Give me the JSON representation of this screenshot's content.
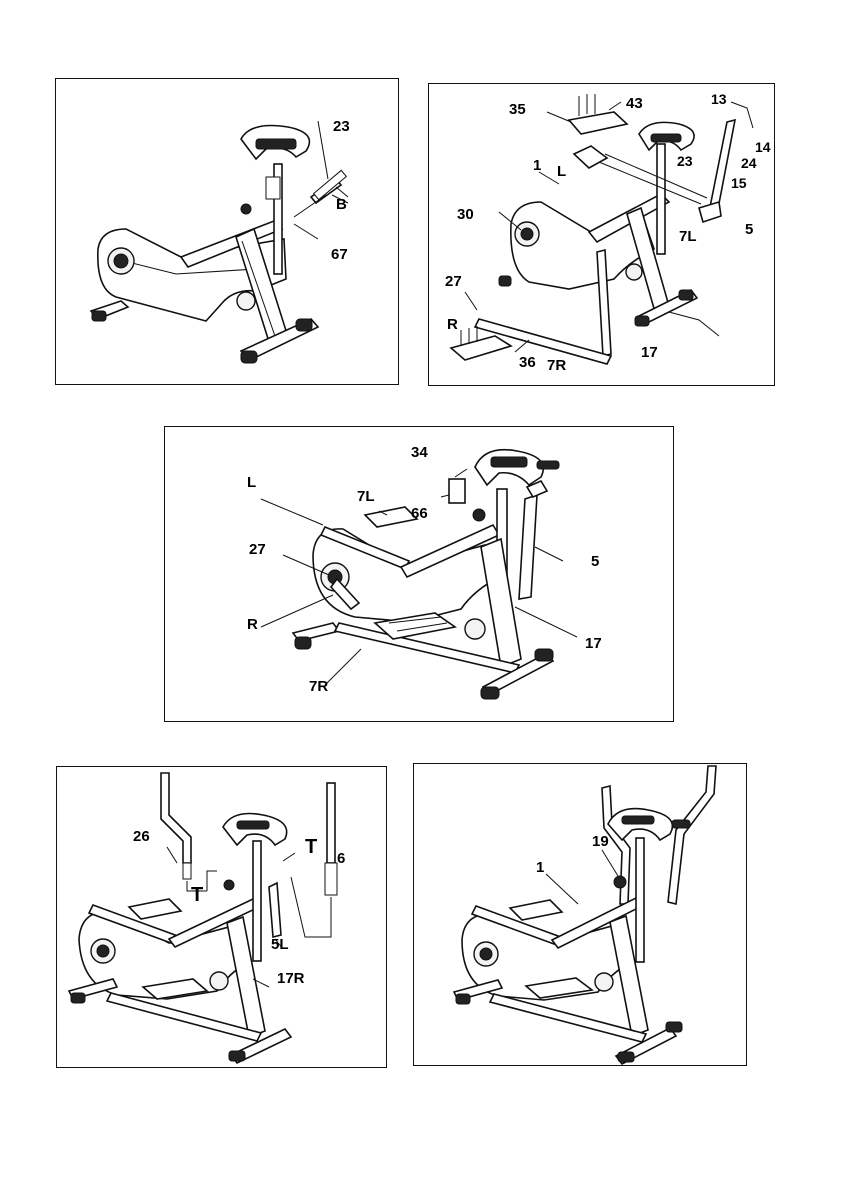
{
  "step1": {
    "labels": {
      "l23": "23",
      "lB": "B",
      "l67": "67"
    }
  },
  "step2": {
    "labels": {
      "l35": "35",
      "l43": "43",
      "l13": "13",
      "l14": "14",
      "l24": "24",
      "l15": "15",
      "l1": "1",
      "lL": "L",
      "l23": "23",
      "l30": "30",
      "l7L": "7L",
      "l5": "5",
      "l27": "27",
      "lR": "R",
      "l17": "17",
      "l36": "36",
      "l7R": "7R"
    }
  },
  "step3": {
    "labels": {
      "l34": "34",
      "lL": "L",
      "l7L": "7L",
      "l66": "66",
      "l27": "27",
      "l5": "5",
      "lR": "R",
      "l17": "17",
      "l7R": "7R"
    }
  },
  "step4": {
    "labels": {
      "l26": "26",
      "l6": "6",
      "lT1": "T",
      "lT2": "T",
      "l5L": "5L",
      "l17R": "17R"
    }
  },
  "step5": {
    "labels": {
      "l19": "19",
      "l1": "1"
    }
  }
}
